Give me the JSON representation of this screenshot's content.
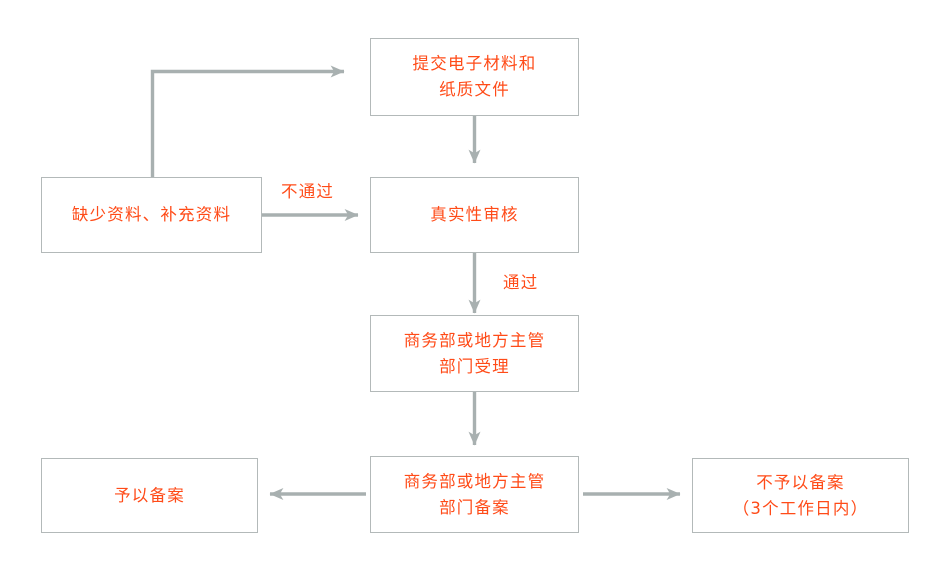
{
  "diagram": {
    "title_text_color": "#ff4b18",
    "line_color": "#a8b0b0",
    "box_border_color": "#b3b9b9",
    "background": "#ffffff",
    "nodes": [
      {
        "id": "submit",
        "label": "提交电子材料和\n纸质文件"
      },
      {
        "id": "supplement",
        "label": "缺少资料、补充资料"
      },
      {
        "id": "authenticity",
        "label": "真实性审核"
      },
      {
        "id": "accept",
        "label": "商务部或地方主管\n部门受理"
      },
      {
        "id": "record",
        "label": "商务部或地方主管\n部门备案"
      },
      {
        "id": "approved",
        "label": "予以备案"
      },
      {
        "id": "rejected",
        "label": "不予以备案\n（3个工作日内）"
      }
    ],
    "edge_labels": [
      {
        "id": "fail",
        "label": "不通过"
      },
      {
        "id": "pass",
        "label": "通过"
      }
    ]
  }
}
